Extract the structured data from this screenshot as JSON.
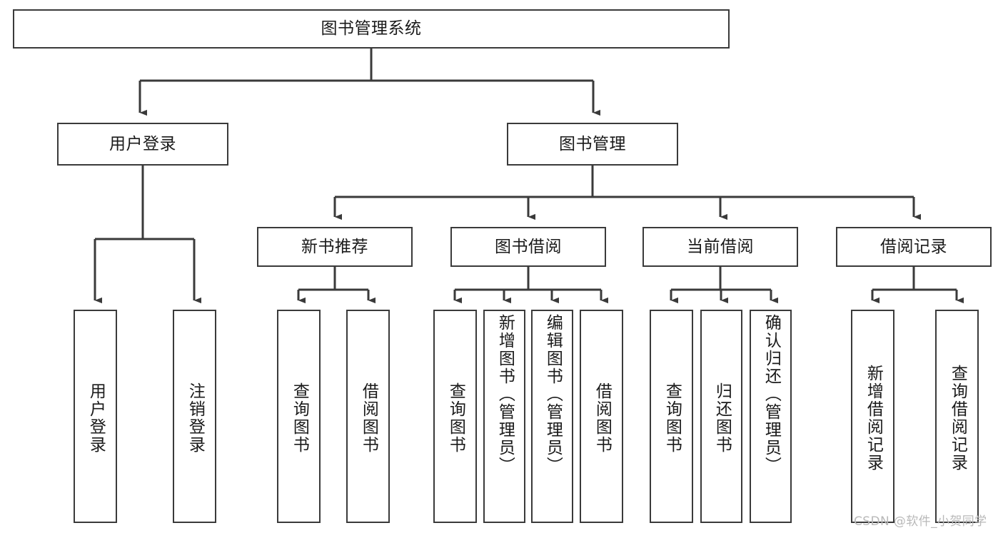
{
  "diagram": {
    "kind": "tree-hierarchy-chart",
    "title": "图书管理系统",
    "colors": {
      "box_border": "#3a3a3a",
      "box_fill": "#ffffff",
      "connector": "#3a3a3a",
      "text": "#1a1a1a",
      "watermark": "#b9b9b9",
      "background": "#ffffff"
    },
    "root": {
      "label": "图书管理系统"
    },
    "level2": [
      {
        "id": "user-login",
        "label": "用户登录"
      },
      {
        "id": "book-management",
        "label": "图书管理"
      }
    ],
    "level3": [
      {
        "id": "new-book-recommend",
        "label": "新书推荐"
      },
      {
        "id": "book-borrow",
        "label": "图书借阅"
      },
      {
        "id": "current-borrow",
        "label": "当前借阅"
      },
      {
        "id": "borrow-record",
        "label": "借阅记录"
      }
    ],
    "leaves": {
      "user_login": [
        {
          "id": "leaf-user-login",
          "label": "用户登录"
        },
        {
          "id": "leaf-logout-login",
          "label": "注销登录"
        }
      ],
      "new_book_recommend": [
        {
          "id": "leaf-query-book-1",
          "label": "查询图书"
        },
        {
          "id": "leaf-borrow-book-1",
          "label": "借阅图书"
        }
      ],
      "book_borrow": [
        {
          "id": "leaf-query-book-2",
          "label": "查询图书"
        },
        {
          "id": "leaf-add-book-admin",
          "label": "新增图书（管理员）"
        },
        {
          "id": "leaf-edit-book-admin",
          "label": "编辑图书（管理员）"
        },
        {
          "id": "leaf-borrow-book-2",
          "label": "借阅图书"
        }
      ],
      "current_borrow": [
        {
          "id": "leaf-query-book-3",
          "label": "查询图书"
        },
        {
          "id": "leaf-return-book",
          "label": "归还图书"
        },
        {
          "id": "leaf-confirm-return-admin",
          "label": "确认归还（管理员）"
        }
      ],
      "borrow_record": [
        {
          "id": "leaf-add-borrow-record",
          "label": "新增借阅记录"
        },
        {
          "id": "leaf-query-borrow-record",
          "label": "查询借阅记录"
        }
      ]
    },
    "watermark": "CSDN @软件_小贺同学"
  }
}
